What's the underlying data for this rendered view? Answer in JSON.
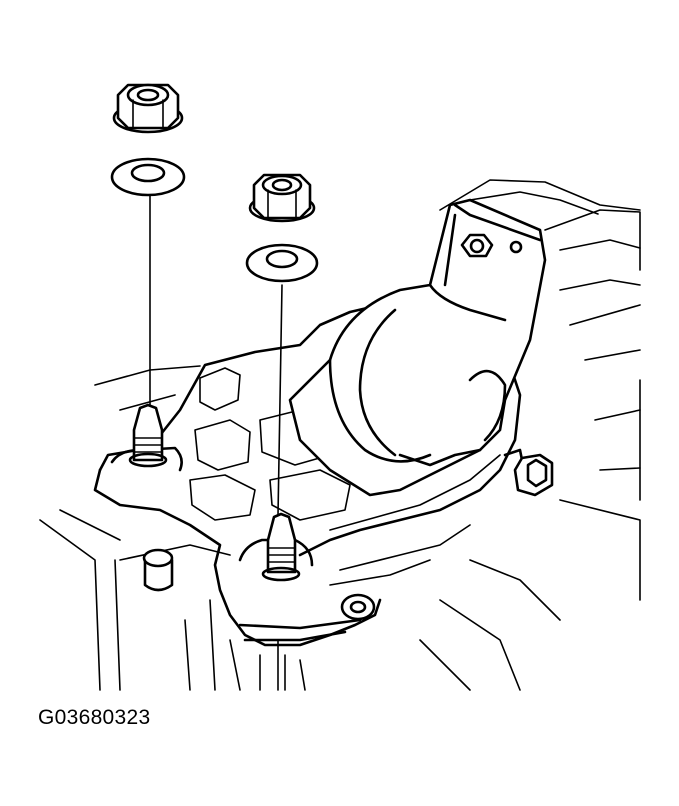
{
  "figure": {
    "id_label": "G03680323"
  },
  "parts": [
    {
      "name": "flange-nut",
      "count": 2
    },
    {
      "name": "washer",
      "count": 2
    },
    {
      "name": "mounting-stud",
      "count": 2
    },
    {
      "name": "engine-mount-bracket",
      "count": 1
    },
    {
      "name": "mount-through-bolt",
      "count": 1
    }
  ]
}
